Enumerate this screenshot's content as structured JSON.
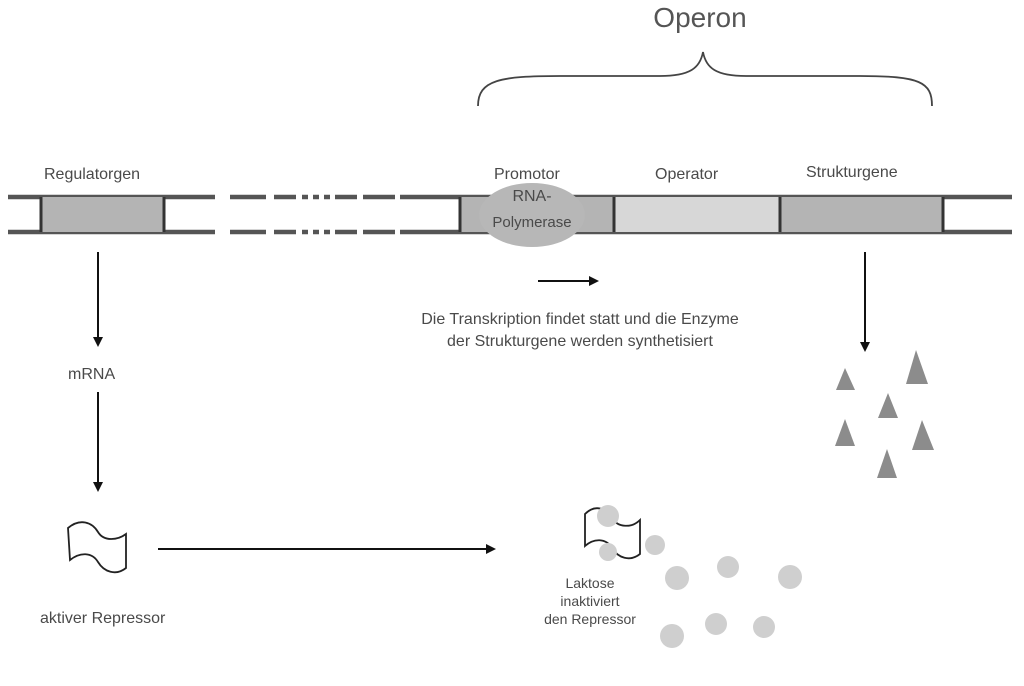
{
  "title": "Operon",
  "dna": {
    "regulatorgen": "Regulatorgen",
    "promotor": "Promotor",
    "operator": "Operator",
    "strukturgene": "Strukturgene",
    "polymerase_line1": "RNA-",
    "polymerase_line2": "Polymerase"
  },
  "transcription": {
    "line1": "Die Transkription findet statt und die Enzyme",
    "line2": "der Strukturgene werden synthetisiert"
  },
  "mrna": "mRNA",
  "repressor": "aktiver Repressor",
  "laktose": {
    "line1": "Laktose",
    "line2": "inaktiviert",
    "line3": "den Repressor"
  },
  "colors": {
    "strand": "#555555",
    "gene_fill": "#b4b4b4",
    "operator_fill": "#d7d7d7",
    "polymerase_fill": "#b7b7b7",
    "enzyme": "#8c8c8c",
    "laktose": "#cfcfcf"
  }
}
